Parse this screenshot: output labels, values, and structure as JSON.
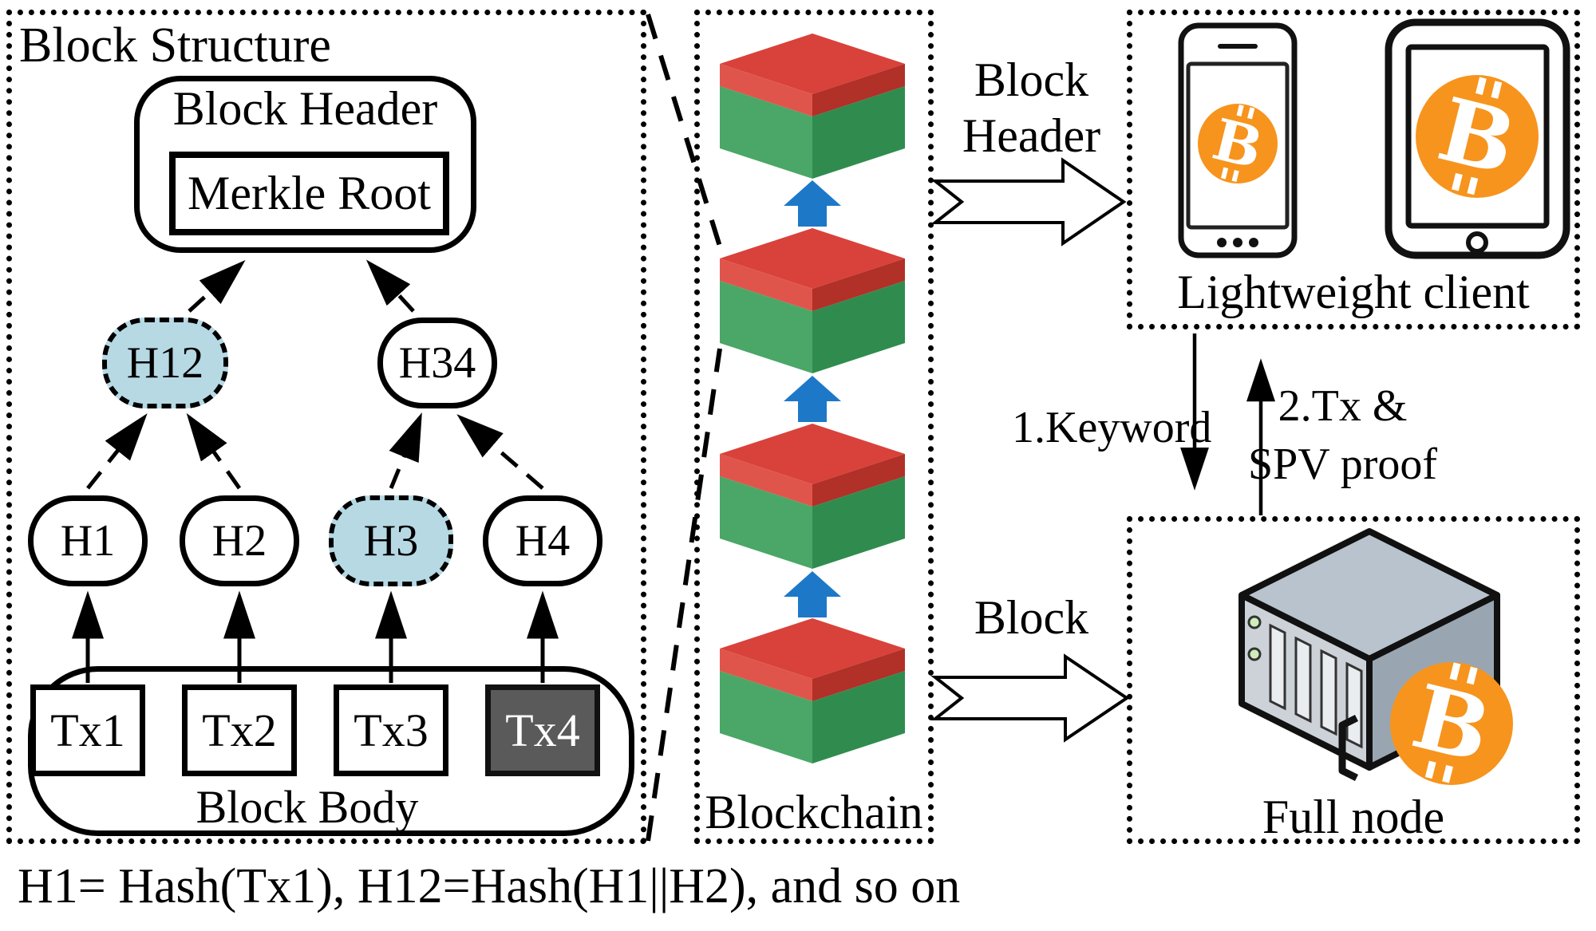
{
  "block_structure": {
    "title": "Block Structure",
    "block_header_label": "Block Header",
    "merkle_root_label": "Merkle Root",
    "nodes": {
      "h12": "H12",
      "h34": "H34",
      "h1": "H1",
      "h2": "H2",
      "h3": "H3",
      "h4": "H4"
    },
    "transactions": [
      "Tx1",
      "Tx2",
      "Tx3",
      "Tx4"
    ],
    "block_body_label": "Block Body"
  },
  "blockchain": {
    "label": "Blockchain"
  },
  "lightweight_client": {
    "label": "Lightweight client"
  },
  "full_node": {
    "label": "Full node"
  },
  "flows": {
    "to_client_line1": "Block",
    "to_client_line2": "Header",
    "to_fullnode": "Block",
    "request": "1.Keyword",
    "response_line1": "2.Tx &",
    "response_line2": "SPV proof"
  },
  "caption": "H1= Hash(Tx1), H12=Hash(H1||H2), and so on",
  "icons": {
    "bitcoin_glyph": "B"
  },
  "colors": {
    "highlight_fill": "#b6d9e4",
    "tx4_fill": "#5a5a5a",
    "bitcoin_orange": "#f7941d",
    "chain_arrow_blue": "#1e78c8",
    "cube_red_top": "#d8423a",
    "cube_red_band": "#e0554b",
    "cube_red_side": "#b13028",
    "cube_green_front": "#4aa767",
    "cube_green_side": "#2f8c4e"
  }
}
